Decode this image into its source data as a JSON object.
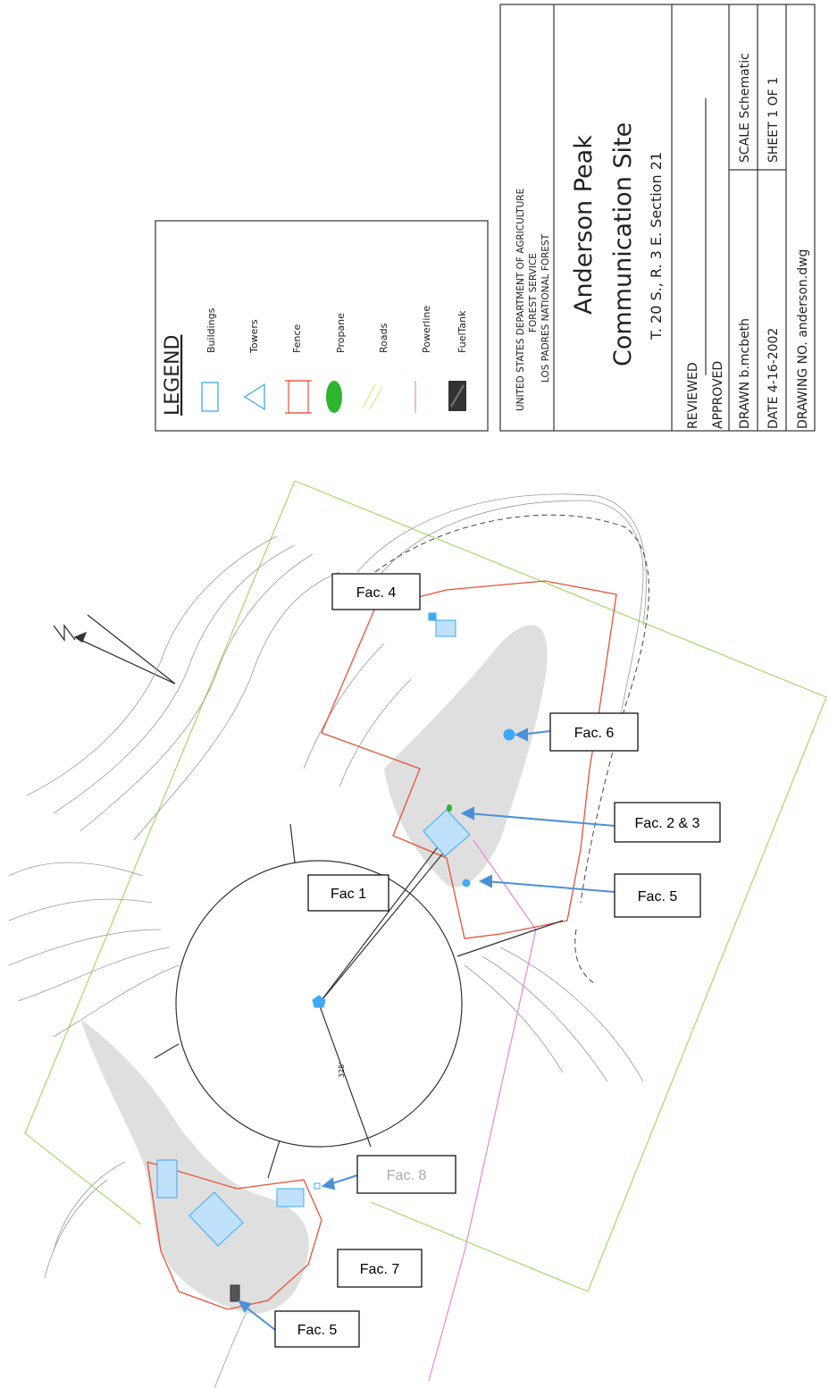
{
  "legend": {
    "title": "LEGEND",
    "items": [
      {
        "label": "Buildings",
        "icon": "rectangle-icon",
        "color": "#3fa9f5"
      },
      {
        "label": "Towers",
        "icon": "triangle-icon",
        "color": "#3fa9f5"
      },
      {
        "label": "Fence",
        "icon": "fence-icon",
        "color": "#e8503a"
      },
      {
        "label": "Propane",
        "icon": "ellipse-icon",
        "color": "#2db52d"
      },
      {
        "label": "Roads",
        "icon": "road-lines-icon",
        "color": "#e6ec9a"
      },
      {
        "label": "Powerline",
        "icon": "line-icon",
        "color": "#e58ad0"
      },
      {
        "label": "FuelTank",
        "icon": "fueltank-icon",
        "color": "#333333"
      }
    ]
  },
  "title_block": {
    "dept": "UNITED STATES DEPARTMENT OF AGRICULTURE",
    "service": "FOREST SERVICE",
    "forest": "LOS PADRES NATIONAL FOREST",
    "name_line1": "Anderson Peak",
    "name_line2": "Communication Site",
    "location": "T. 20 S., R. 3 E. Section 21",
    "reviewed": "REVIEWED",
    "approved": "APPROVED",
    "drawn": "DRAWN b.mcbeth",
    "date": "DATE 4-16-2002",
    "drawing_no": "DRAWING NO. anderson.dwg",
    "scale": "SCALE Schematic",
    "sheet": "SHEET 1 OF 1"
  },
  "callouts": [
    {
      "id": "fac4",
      "text": "Fac. 4"
    },
    {
      "id": "fac6",
      "text": "Fac. 6"
    },
    {
      "id": "fac23",
      "text": "Fac. 2 & 3"
    },
    {
      "id": "fac1",
      "text": "Fac 1"
    },
    {
      "id": "fac5a",
      "text": "Fac. 5"
    },
    {
      "id": "fac8",
      "text": "Fac. 8"
    },
    {
      "id": "fac7",
      "text": "Fac. 7"
    },
    {
      "id": "fac5b",
      "text": "Fac. 5"
    }
  ],
  "radius_label": "328'",
  "colors": {
    "building": "#3fa9f5",
    "fence": "#e8503a",
    "propane": "#2db52d",
    "powerline": "#e58ad0",
    "section_line": "#a8d86a",
    "arrow": "#4a90d9"
  }
}
